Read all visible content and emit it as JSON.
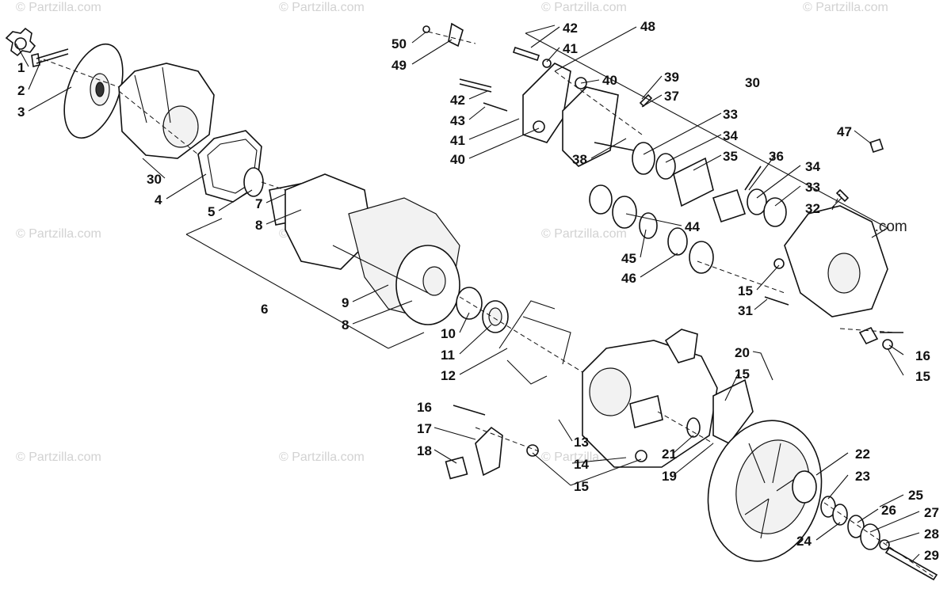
{
  "brand": {
    "symbol": "©",
    "text": "Partzilla.com"
  },
  "watermark": "© Partzilla.com",
  "callouts": [
    "1",
    "2",
    "3",
    "30",
    "4",
    "5",
    "7",
    "8",
    "6",
    "9",
    "8",
    "10",
    "11",
    "12",
    "16",
    "17",
    "18",
    "13",
    "14",
    "15",
    "20",
    "15",
    "21",
    "19",
    "22",
    "23",
    "24",
    "25",
    "26",
    "27",
    "28",
    "29",
    "50",
    "49",
    "42",
    "41",
    "48",
    "40",
    "39",
    "37",
    "30",
    "42",
    "43",
    "41",
    "40",
    "38",
    "33",
    "34",
    "35",
    "36",
    "34",
    "33",
    "32",
    "47",
    "44",
    "45",
    "46",
    "15",
    "31",
    "16",
    "15"
  ],
  "colors": {
    "ink": "#111111",
    "watermark": "#d2d2d2",
    "background": "#ffffff"
  }
}
